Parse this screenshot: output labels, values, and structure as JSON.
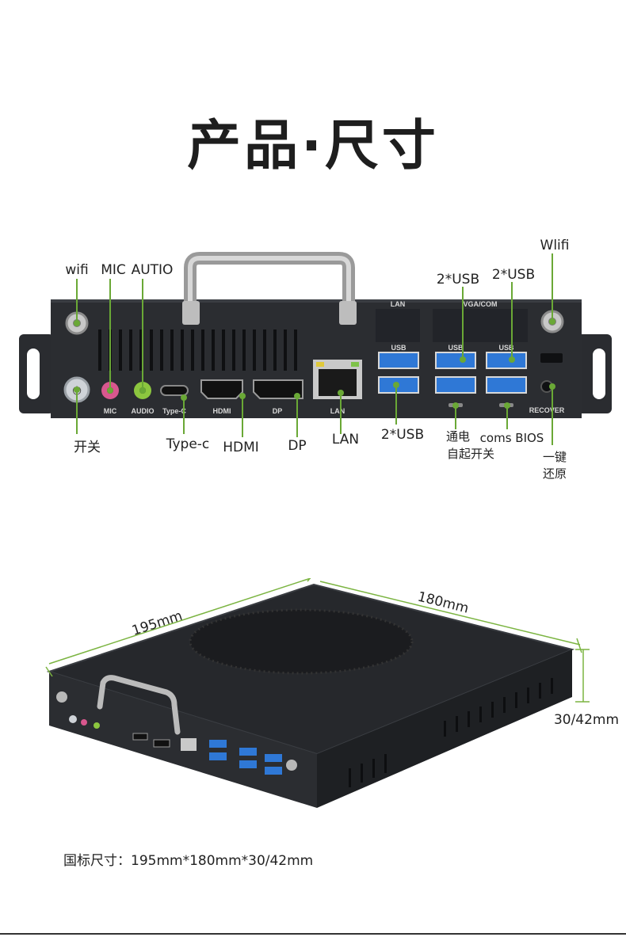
{
  "title": "产品·尺寸",
  "labels": {
    "wifi_left": "wifi",
    "mic": "MIC",
    "audio": "AUTIO",
    "wifi_right": "Wlifi",
    "usb_top1": "2*USB",
    "usb_top2": "2*USB",
    "power": "开关",
    "typec": "Type-c",
    "hdmi": "HDMI",
    "dp": "DP",
    "lan": "LAN",
    "usb_bottom": "2*USB",
    "power_on_line1": "通电",
    "power_on_line2": "自起开关",
    "cmos": "coms BIOS",
    "recover_line1": "一键",
    "recover_line2": "还原"
  },
  "port_prints": {
    "mic": "MIC",
    "audio": "AUDIO",
    "typec": "Type-C",
    "hdmi": "HDMI",
    "dp": "DP",
    "lan": "LAN",
    "lan_top": "LAN",
    "vga": "VGA/COM",
    "usb": "USB",
    "recover": "RECOVER"
  },
  "dimensions": {
    "length": "195mm",
    "width": "180mm",
    "height": "30/42mm"
  },
  "footer": "国标尺寸：195mm*180mm*30/42mm",
  "colors": {
    "callout": "#6aa836",
    "usb_blue": "#2f78d6",
    "mic_pink": "#d9578e",
    "audio_green": "#8cc63f",
    "chassis": "#2b2d31"
  }
}
